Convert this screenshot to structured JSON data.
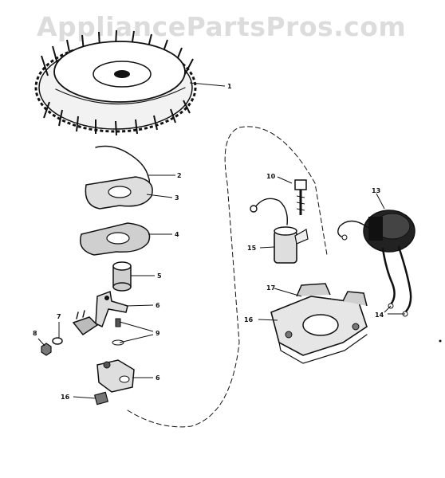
{
  "watermark": "AppliancePartsPros.com",
  "callouts": {
    "c1": "1",
    "c2": "2",
    "c3": "3",
    "c4": "4",
    "c5": "5",
    "c6": "6",
    "c7": "7",
    "c8": "8",
    "c9": "9",
    "c6b": "6",
    "c16a": "16",
    "c10": "10",
    "c13": "13",
    "c15": "15",
    "c17": "17",
    "c16b": "16",
    "c14": "14"
  },
  "parts": [
    {
      "id": "flywheel",
      "icon": "flywheel-icon"
    },
    {
      "id": "spring-clip",
      "icon": "spring-clip-icon"
    },
    {
      "id": "cover",
      "icon": "cover-plate-icon"
    },
    {
      "id": "gasket",
      "icon": "gasket-icon"
    },
    {
      "id": "cam-sleeve",
      "icon": "sleeve-icon"
    },
    {
      "id": "breaker-arm",
      "icon": "breaker-arm-icon"
    },
    {
      "id": "armature-coil",
      "icon": "coil-icon"
    },
    {
      "id": "condenser",
      "icon": "condenser-icon"
    },
    {
      "id": "breaker-plate",
      "icon": "breaker-plate-icon"
    }
  ]
}
